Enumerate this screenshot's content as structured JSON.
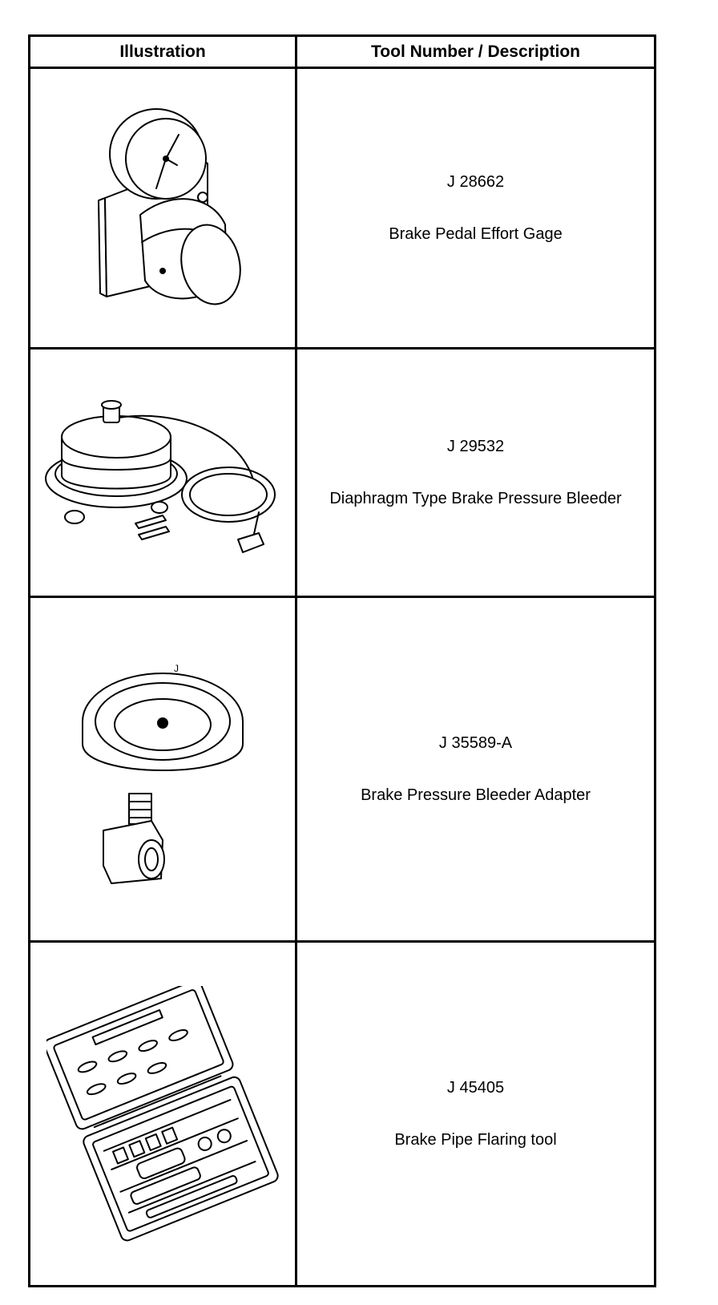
{
  "table": {
    "headers": {
      "illustration": "Illustration",
      "description": "Tool Number / Description"
    },
    "rows": [
      {
        "tool_number": "J 28662",
        "description": "Brake Pedal Effort Gage",
        "illustration_icon": "brake-pedal-effort-gage-icon"
      },
      {
        "tool_number": "J 29532",
        "description": "Diaphragm Type Brake Pressure Bleeder",
        "illustration_icon": "diaphragm-brake-pressure-bleeder-icon"
      },
      {
        "tool_number": "J 35589-A",
        "description": "Brake Pressure Bleeder Adapter",
        "illustration_icon": "brake-pressure-bleeder-adapter-icon"
      },
      {
        "tool_number": "J 45405",
        "description": "Brake Pipe Flaring tool",
        "illustration_icon": "brake-pipe-flaring-tool-kit-icon"
      }
    ]
  },
  "callouts": {
    "adapter_label": "J"
  }
}
